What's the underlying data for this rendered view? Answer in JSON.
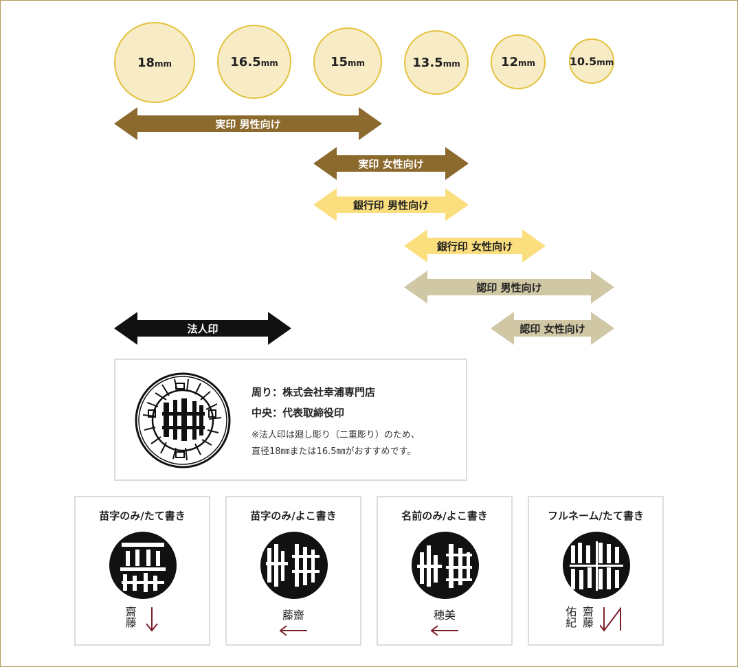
{
  "sizes": [
    {
      "num": "18",
      "unit": "mm"
    },
    {
      "num": "16.5",
      "unit": "mm"
    },
    {
      "num": "15",
      "unit": "mm"
    },
    {
      "num": "13.5",
      "unit": "mm"
    },
    {
      "num": "12",
      "unit": "mm"
    },
    {
      "num": "10.5",
      "unit": "mm"
    }
  ],
  "ranges": [
    {
      "label": "実印 男性向け"
    },
    {
      "label": "実印 女性向け"
    },
    {
      "label": "銀行印 男性向け"
    },
    {
      "label": "銀行印 女性向け"
    },
    {
      "label": "認印 男性向け"
    },
    {
      "label": "認印 女性向け"
    },
    {
      "label": "法人印"
    }
  ],
  "colors": {
    "dark": "#8c6a2e",
    "yellow": "#fbde7e",
    "beige": "#d0c7a5",
    "black": "#111111",
    "circle_fill": "#f8ecc7",
    "circle_border": "#e2c23e",
    "direction_arrow": "#7a1f2a"
  },
  "corporate": {
    "line1": "周り：株式会社幸浦専門店",
    "line2": "中央：代表取締役印",
    "note1": "※法人印は廻し彫り（二重彫り）のため、",
    "note2": "直径18㎜または16.5㎜がおすすめです。"
  },
  "cards": [
    {
      "title": "苗字のみ/たて書き",
      "text1": "齋",
      "text2": "藤",
      "direction": "down"
    },
    {
      "title": "苗字のみ/よこ書き",
      "text1": "藤齋",
      "direction": "left"
    },
    {
      "title": "名前のみ/よこ書き",
      "text1": "穂美",
      "direction": "left"
    },
    {
      "title": "フルネーム/たて書き",
      "col1a": "佑",
      "col1b": "紀",
      "col2a": "齋",
      "col2b": "藤",
      "direction": "down-up-down"
    }
  ]
}
